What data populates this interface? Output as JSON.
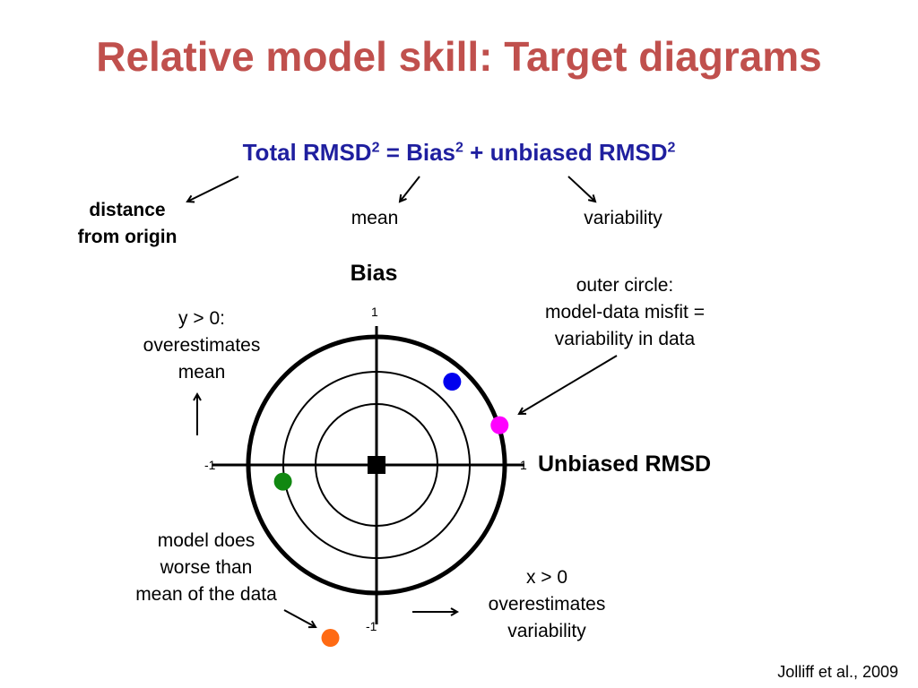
{
  "title": "Relative model skill: Target diagrams",
  "equation": {
    "total": "Total RMSD",
    "exp1": "2",
    "eq": " = Bias",
    "exp2": "2",
    "plus": " + unbiased RMSD",
    "exp3": "2"
  },
  "annotations": {
    "distance_line1": "distance",
    "distance_line2": "from origin",
    "mean": "mean",
    "variability": "variability",
    "bias_axis": "Bias",
    "unbiased_axis": "Unbiased RMSD",
    "y_pos_line1": "y > 0:",
    "y_pos_line2": "overestimates",
    "y_pos_line3": "mean",
    "outer_line1": "outer circle:",
    "outer_line2": "model-data misfit =",
    "outer_line3": "variability in data",
    "worse_line1": "model does",
    "worse_line2": "worse than",
    "worse_line3": "mean of the data",
    "x_pos_line1": "x > 0",
    "x_pos_line2": "overestimates",
    "x_pos_line3": "variability",
    "citation": "Jolliff et al., 2009"
  },
  "ticks": {
    "y_top": "1",
    "y_bottom": "-1",
    "x_left": "-1",
    "x_right": "1"
  },
  "points": [
    {
      "name": "blue",
      "color": "#0000ee",
      "x": 0.59,
      "y": 0.65
    },
    {
      "name": "magenta",
      "color": "#ff00ff",
      "x": 0.96,
      "y": 0.31
    },
    {
      "name": "green",
      "color": "#118811",
      "x": -0.73,
      "y": -0.13
    },
    {
      "name": "orange",
      "color": "#ff6a13",
      "x": -0.36,
      "y": -1.35
    }
  ],
  "colors": {
    "title": "#c0504d",
    "equation": "#1f1f9f"
  }
}
